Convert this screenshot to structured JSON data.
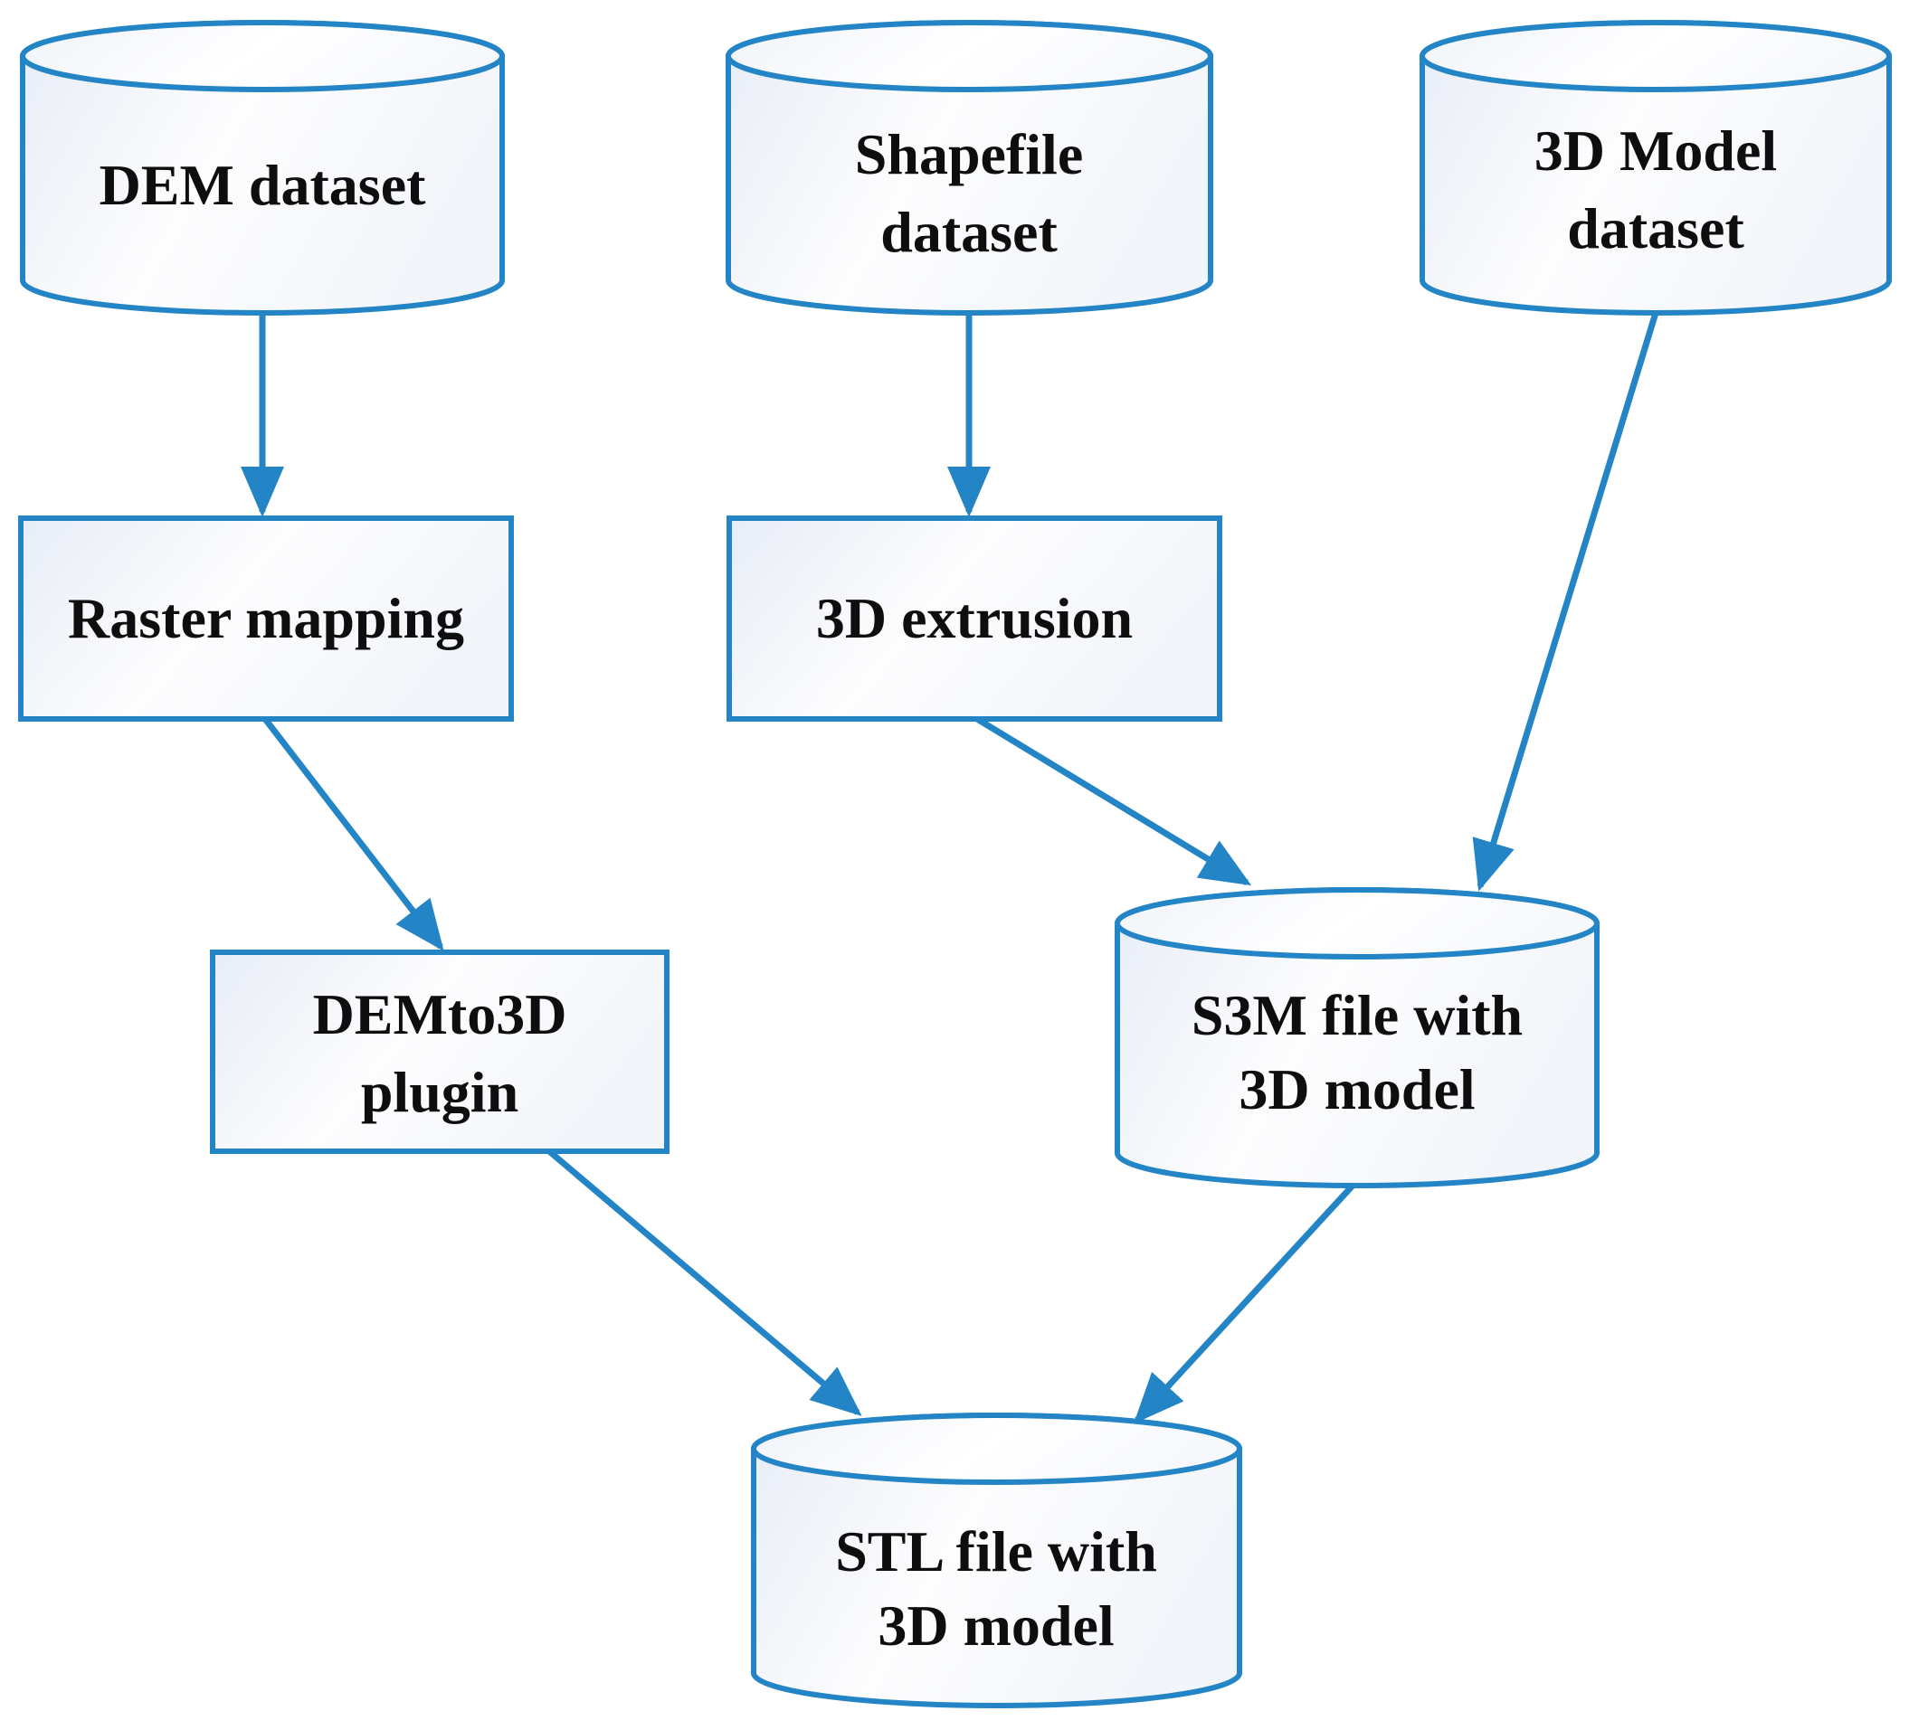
{
  "diagram": {
    "type": "flowchart",
    "colors": {
      "accent": "#2384c6",
      "text": "#0e0e0e",
      "background": "#ffffff",
      "shape_fill_light": "#eaeef7",
      "shape_fill_white": "#ffffff"
    },
    "nodes": [
      {
        "id": "dem-dataset",
        "shape": "cylinder",
        "lines": [
          "DEM dataset"
        ]
      },
      {
        "id": "shapefile-dataset",
        "shape": "cylinder",
        "lines": [
          "Shapefile",
          "dataset"
        ]
      },
      {
        "id": "model-3d-dataset",
        "shape": "cylinder",
        "lines": [
          "3D Model",
          "dataset"
        ]
      },
      {
        "id": "raster-mapping",
        "shape": "rectangle",
        "lines": [
          "Raster mapping"
        ]
      },
      {
        "id": "extrusion-3d",
        "shape": "rectangle",
        "lines": [
          "3D extrusion"
        ]
      },
      {
        "id": "demto3d-plugin",
        "shape": "rectangle",
        "lines": [
          "DEMto3D",
          "plugin"
        ]
      },
      {
        "id": "s3m-file",
        "shape": "cylinder",
        "lines": [
          "S3M file with",
          "3D model"
        ]
      },
      {
        "id": "stl-file",
        "shape": "cylinder",
        "lines": [
          "STL file with",
          "3D model"
        ]
      }
    ],
    "edges": [
      {
        "from": "dem-dataset",
        "to": "raster-mapping"
      },
      {
        "from": "shapefile-dataset",
        "to": "extrusion-3d"
      },
      {
        "from": "raster-mapping",
        "to": "demto3d-plugin"
      },
      {
        "from": "extrusion-3d",
        "to": "s3m-file"
      },
      {
        "from": "model-3d-dataset",
        "to": "s3m-file"
      },
      {
        "from": "demto3d-plugin",
        "to": "stl-file"
      },
      {
        "from": "s3m-file",
        "to": "stl-file"
      }
    ]
  }
}
